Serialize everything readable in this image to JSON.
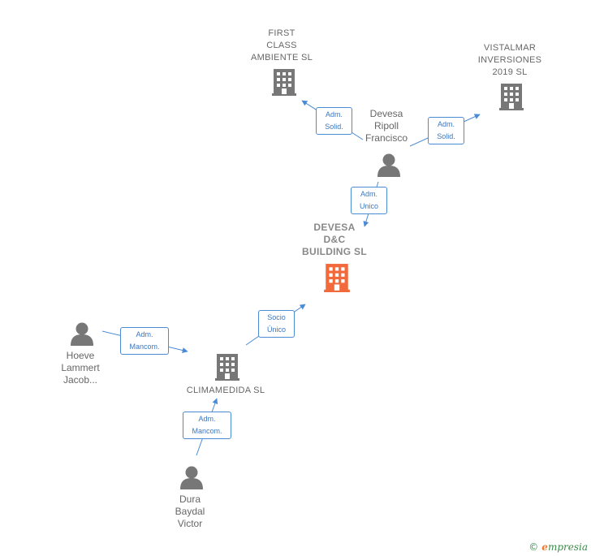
{
  "colors": {
    "accent": "#4a8bd4",
    "node_gray": "#777777",
    "focus_orange": "#f26a3c",
    "brand_green": "#3a8a4a",
    "brand_orange": "#f07a30"
  },
  "nodes": {
    "first_class": {
      "type": "company",
      "icon": "building-icon",
      "lines": [
        "FIRST",
        "CLASS",
        "AMBIENTE  SL"
      ]
    },
    "vistalmar": {
      "type": "company",
      "icon": "building-icon",
      "lines": [
        "VISTALMAR",
        "INVERSIONES",
        "2019  SL"
      ]
    },
    "devesa_ripoll": {
      "type": "person",
      "icon": "person-icon",
      "lines": [
        "Devesa",
        "Ripoll",
        "Francisco"
      ]
    },
    "devesa_dc": {
      "type": "company",
      "focus": true,
      "icon": "building-icon",
      "lines": [
        "DEVESA",
        "D&C",
        "BUILDING  SL"
      ]
    },
    "hoeve": {
      "type": "person",
      "icon": "person-icon",
      "lines": [
        "Hoeve",
        "Lammert",
        "Jacob..."
      ]
    },
    "climamedida": {
      "type": "company",
      "icon": "building-icon",
      "lines": [
        "CLIMAMEDIDA SL"
      ]
    },
    "dura": {
      "type": "person",
      "icon": "person-icon",
      "lines": [
        "Dura",
        "Baydal",
        "Victor"
      ]
    }
  },
  "edges": {
    "e1": {
      "from": "devesa_ripoll",
      "to": "first_class",
      "lines": [
        "Adm.",
        "Solid."
      ]
    },
    "e2": {
      "from": "devesa_ripoll",
      "to": "vistalmar",
      "lines": [
        "Adm.",
        "Solid."
      ]
    },
    "e3": {
      "from": "devesa_ripoll",
      "to": "devesa_dc",
      "lines": [
        "Adm.",
        "Unico"
      ]
    },
    "e4": {
      "from": "climamedida",
      "to": "devesa_dc",
      "lines": [
        "Socio",
        "Único"
      ]
    },
    "e5": {
      "from": "hoeve",
      "to": "climamedida",
      "lines": [
        "Adm.",
        "Mancom."
      ]
    },
    "e6": {
      "from": "dura",
      "to": "climamedida",
      "lines": [
        "Adm.",
        "Mancom."
      ]
    }
  },
  "brand": {
    "copyright": "©",
    "initial": "e",
    "rest": "mpresia"
  }
}
